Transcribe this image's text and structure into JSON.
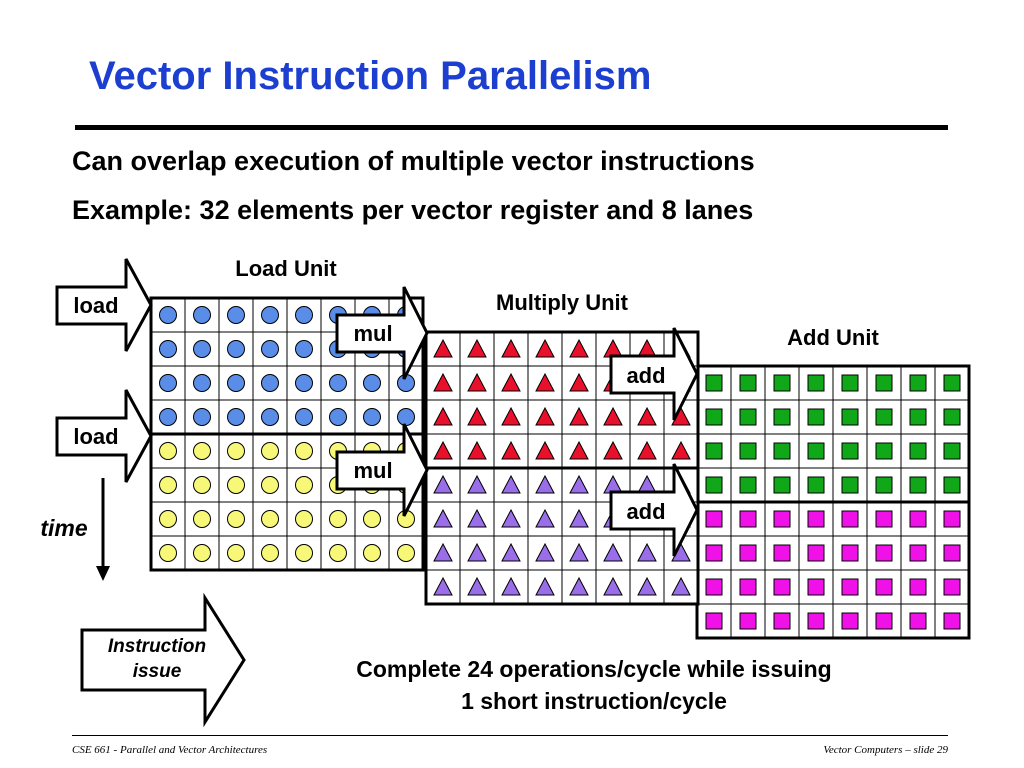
{
  "slide": {
    "title": "Vector Instruction Parallelism",
    "bullets": [
      "Can overlap execution of multiple vector instructions",
      "Example: 32 elements per vector register and 8 lanes"
    ]
  },
  "diagram": {
    "units": {
      "load": "Load Unit",
      "multiply": "Multiply Unit",
      "add": "Add Unit"
    },
    "instructions": {
      "load_1": "load",
      "load_2": "load",
      "mul_1": "mul",
      "mul_2": "mul",
      "add_1": "add",
      "add_2": "add"
    },
    "time_label": "time",
    "issue_label": [
      "Instruction",
      "issue"
    ],
    "summary": [
      "Complete 24 operations/cycle while issuing",
      "1 short instruction/cycle"
    ],
    "colors": {
      "load_first": "#5a8de8",
      "load_second": "#f8f878",
      "mul_first": "#e8102a",
      "mul_second": "#9a6ee8",
      "add_first": "#10a818",
      "add_second": "#f010e8"
    },
    "shapes": {
      "load": "circle",
      "multiply": "triangle",
      "add": "square"
    }
  },
  "footer": {
    "left": "CSE 661 - Parallel and Vector Architectures",
    "right": "Vector Computers – slide 29"
  }
}
